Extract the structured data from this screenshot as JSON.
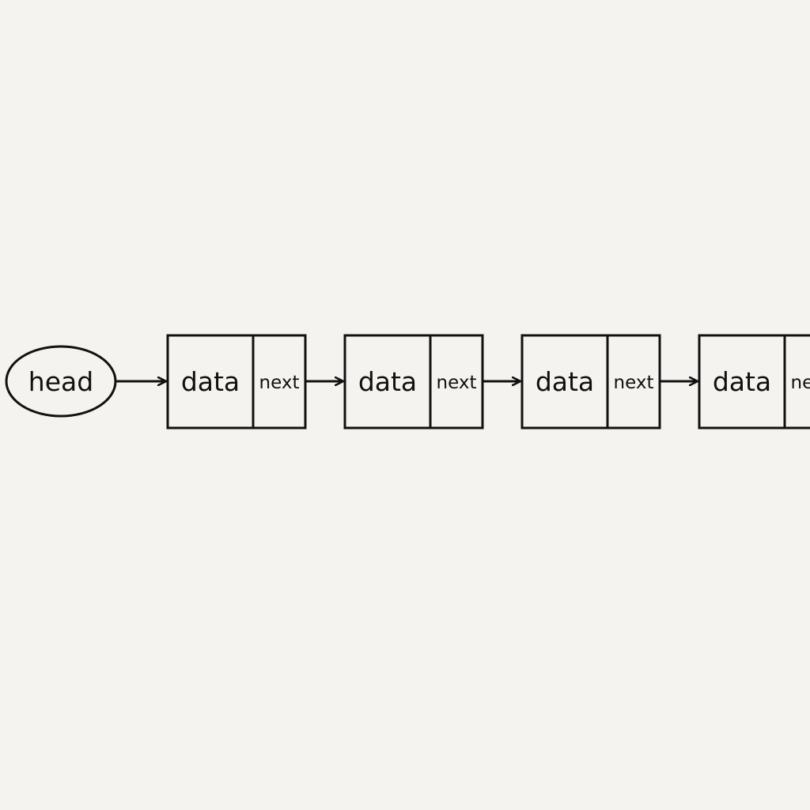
{
  "head": {
    "label": "head"
  },
  "nodes": [
    {
      "data_label": "data",
      "next_label": "next"
    },
    {
      "data_label": "data",
      "next_label": "next"
    },
    {
      "data_label": "data",
      "next_label": "next"
    },
    {
      "data_label": "data",
      "next_label": "next"
    }
  ],
  "colors": {
    "background": "#f4f3ef",
    "stroke": "#111111"
  }
}
